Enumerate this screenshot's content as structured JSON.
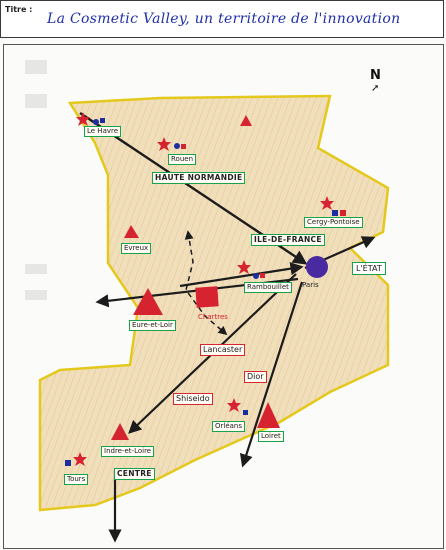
{
  "header": {
    "label": "Titre :",
    "title": "La Cosmetic Valley, un territoire de l'innovation"
  },
  "map": {
    "north": "N",
    "colors": {
      "territory_fill": "#eed9b0",
      "territory_border": "#e4c81c",
      "arrow": "#1c1c1c",
      "industry_marker": "#d62330",
      "research_marker": "#1c2ea0",
      "capital": "#4a2aa0"
    },
    "regions": {
      "haute_normandie": "HAUTE NORMANDIE",
      "ile_de_france": "ILE-DE-FRANCE",
      "centre": "CENTRE"
    },
    "state": "L'ÉTAT",
    "cities": {
      "le_havre": "Le Havre",
      "rouen": "Rouen",
      "cergy_pontoise": "Cergy-Pontoise",
      "evreux": "Evreux",
      "rambouillet": "Rambouillet",
      "paris": "Paris",
      "eure_et_loir": "Eure-et-Loir",
      "chartres": "Chartres",
      "indre_et_loire": "Indre-et-Loire",
      "tours": "Tours",
      "orleans": "Orléans",
      "loiret": "Loiret"
    },
    "companies": {
      "lancaster": "Lancaster",
      "dior": "Dior",
      "shiseido": "Shiseido"
    }
  }
}
